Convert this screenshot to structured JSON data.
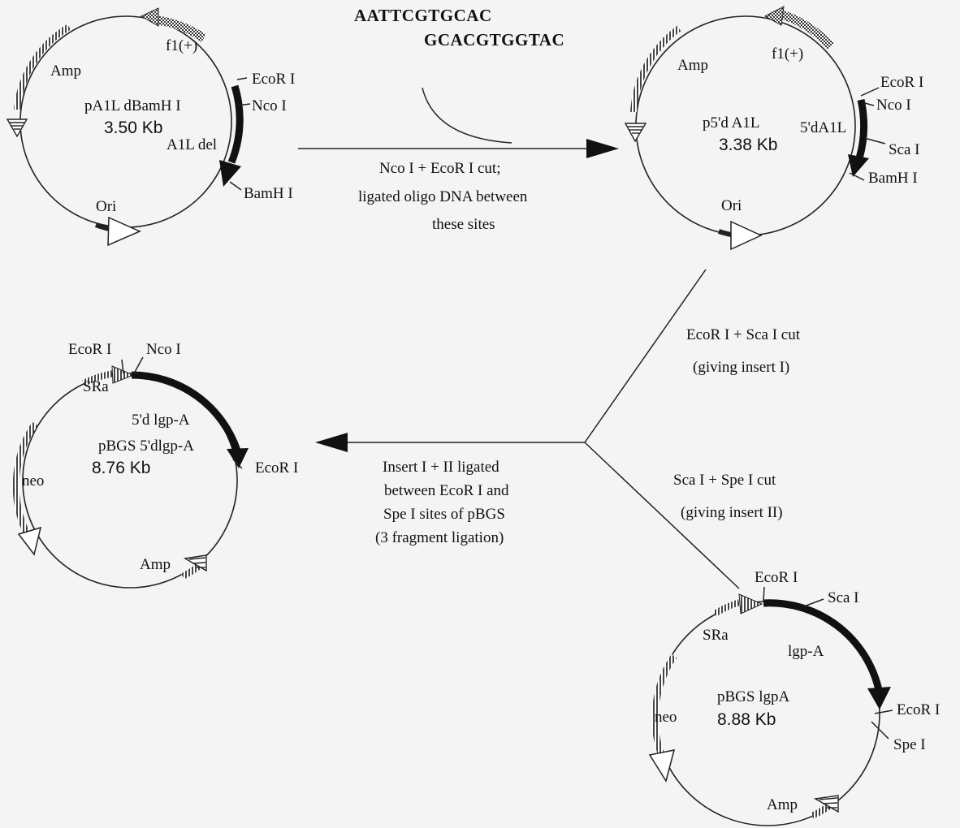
{
  "oligo": {
    "top": "AATTCGTGCAC",
    "bottom": "GCACGTGGTAC"
  },
  "plasmids": {
    "p1": {
      "name": "pA1L dBamH I",
      "size": "3.50 Kb",
      "f1": "f1(+)",
      "amp": "Amp",
      "ecori": "EcoR I",
      "ncoi": "Nco I",
      "gene": "A1L del",
      "bamhi": "BamH I",
      "ori": "Ori"
    },
    "p2": {
      "name": "p5'd A1L",
      "size": "3.38 Kb",
      "f1": "f1(+)",
      "amp": "Amp",
      "ecori": "EcoR I",
      "ncoi": "Nco I",
      "gene": "5'dA1L",
      "scai": "Sca I",
      "bamhi": "BamH I",
      "ori": "Ori"
    },
    "p3": {
      "name": "pBGS 5'dlgp-A",
      "size": "8.76 Kb",
      "ecori_top": "EcoR I",
      "ncoi": "Nco I",
      "sra": "SRa",
      "gene": "5'd lgp-A",
      "ecori_right": "EcoR I",
      "neo": "neo",
      "amp": "Amp"
    },
    "p4": {
      "name": "pBGS lgpA",
      "size": "8.88 Kb",
      "ecori_top": "EcoR I",
      "scai": "Sca I",
      "sra": "SRa",
      "gene": "lgp-A",
      "ecori_right": "EcoR I",
      "spei": "Spe I",
      "neo": "neo",
      "amp": "Amp"
    }
  },
  "steps": {
    "step1": [
      "Nco I + EcoR I cut;",
      "ligated oligo DNA between",
      "these sites"
    ],
    "step2": [
      "EcoR I + Sca I cut",
      "(giving insert I)"
    ],
    "step3": [
      "Sca I + Spe I cut",
      "(giving insert II)"
    ],
    "step4": [
      "Insert I + II ligated",
      "between EcoR I and",
      "Spe I sites of pBGS",
      "(3 fragment ligation)"
    ]
  }
}
